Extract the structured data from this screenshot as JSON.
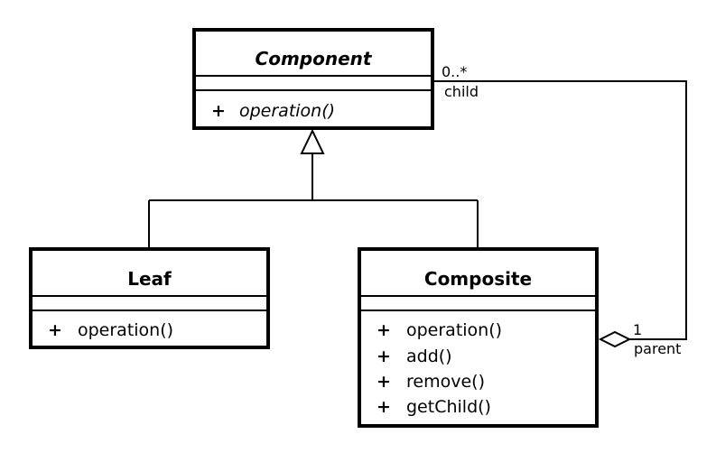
{
  "classes": {
    "component": {
      "name": "Component",
      "operations": [
        {
          "visibility": "+",
          "name": "operation()"
        }
      ]
    },
    "leaf": {
      "name": "Leaf",
      "operations": [
        {
          "visibility": "+",
          "name": "operation()"
        }
      ]
    },
    "composite": {
      "name": "Composite",
      "operations": [
        {
          "visibility": "+",
          "name": "operation()"
        },
        {
          "visibility": "+",
          "name": "add()"
        },
        {
          "visibility": "+",
          "name": "remove()"
        },
        {
          "visibility": "+",
          "name": "getChild()"
        }
      ]
    }
  },
  "association": {
    "child_multiplicity": "0..*",
    "child_role": "child",
    "parent_multiplicity": "1",
    "parent_role": "parent"
  }
}
